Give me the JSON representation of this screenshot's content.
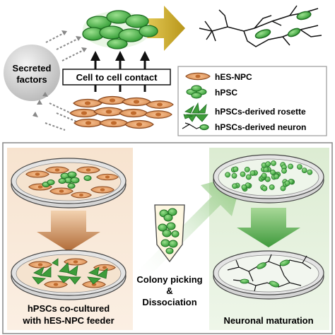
{
  "top_panel": {
    "secreted_factors": [
      "Secreted",
      "factors"
    ],
    "contact_label": "Cell to cell contact"
  },
  "legend": {
    "items": [
      {
        "label": "hES-NPC",
        "icon": "npc-cell-icon"
      },
      {
        "label": "hPSC",
        "icon": "hpsc-colony-icon"
      },
      {
        "label": "hPSCs-derived rosette",
        "icon": "rosette-icon"
      },
      {
        "label": "hPSCs-derived neuron",
        "icon": "neuron-icon"
      }
    ]
  },
  "bottom_panel": {
    "left_caption": [
      "hPSCs co-cultured",
      "with hES-NPC feeder"
    ],
    "middle_caption": [
      "Colony picking",
      "&",
      "Dissociation"
    ],
    "right_caption": "Neuronal maturation"
  },
  "colors": {
    "npc_fill": "#e8a36a",
    "npc_stroke": "#8a4a22",
    "hpsc_fill": "#5cc05a",
    "hpsc_stroke": "#1f6e22",
    "left_box_bg": "#f6e6d6",
    "right_box_bg": "#e4f0dc",
    "gold_arrow": "#c9a822"
  }
}
